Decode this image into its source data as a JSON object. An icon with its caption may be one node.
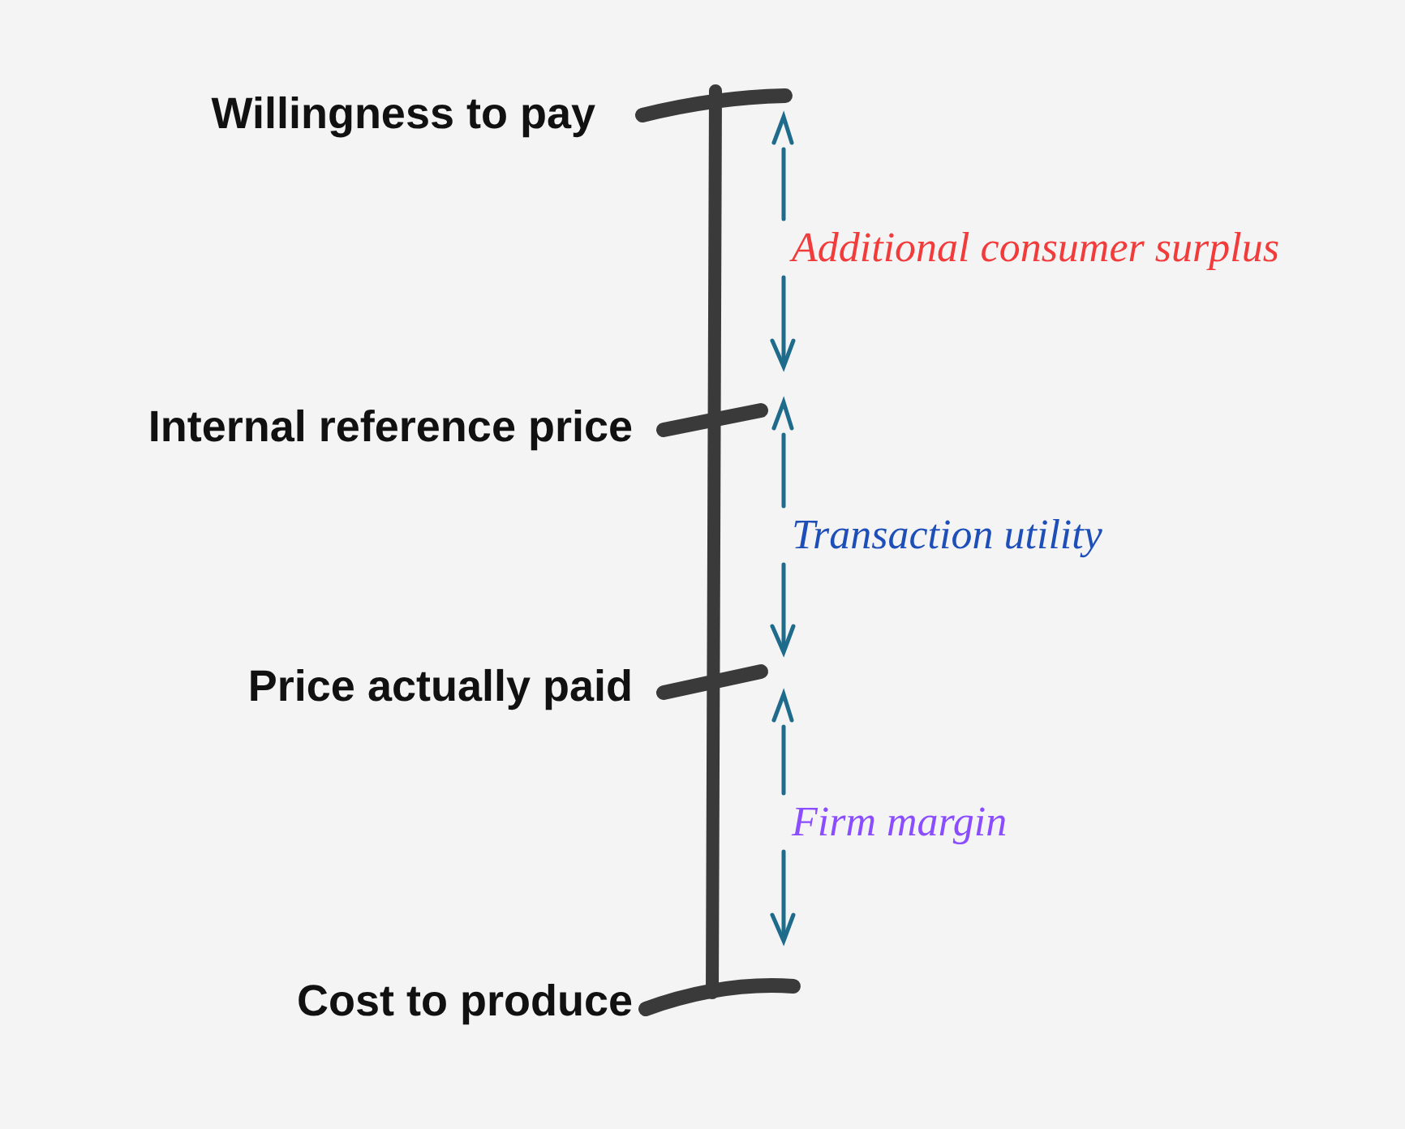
{
  "diagram": {
    "labels": [
      "Willingness to pay",
      "Additional consumer surplus",
      "Internal reference price",
      "Transaction utility",
      "Price actually paid",
      "Firm margin",
      "Cost to produce"
    ]
  }
}
